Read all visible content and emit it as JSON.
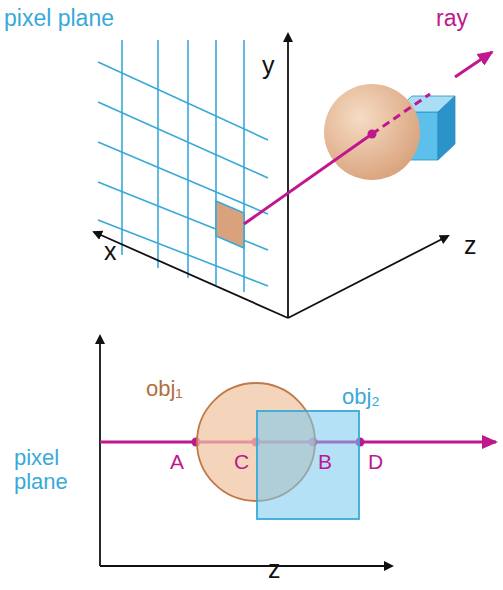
{
  "diagram": {
    "nodes": [
      {
        "text": [
          "obj₁"
        ]
      },
      {
        "text": [
          "obj₂"
        ]
      }
    ],
    "labels": [
      "pixel plane",
      "ray",
      "y",
      "x",
      "z",
      "pixel plane",
      "A",
      "C",
      "B",
      "D",
      "z"
    ]
  }
}
